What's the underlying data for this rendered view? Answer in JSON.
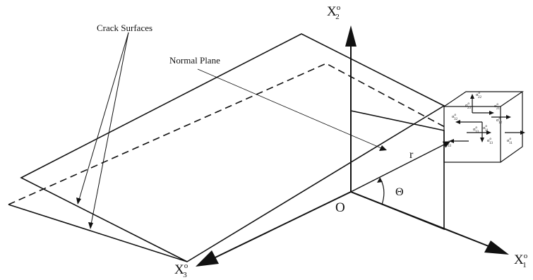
{
  "labels": {
    "crack_surfaces": "Crack Surfaces",
    "normal_plane": "Normal Plane",
    "origin": "O",
    "theta": "Θ",
    "r": "r",
    "x1": {
      "main": "X",
      "sup": "o",
      "sub": "1"
    },
    "x2": {
      "main": "X",
      "sup": "o",
      "sub": "2"
    },
    "x3": {
      "main": "X",
      "sup": "o",
      "sub": "3"
    }
  },
  "stress_labels": [
    {
      "main": "σ",
      "sup": "o",
      "sub": "22"
    },
    {
      "main": "σ",
      "sup": "o",
      "sub": "23"
    },
    {
      "main": "σ",
      "sup": "o",
      "sub": "21"
    },
    {
      "main": "σ",
      "sup": "o",
      "sub": "32"
    },
    {
      "main": "σ",
      "sup": "o",
      "sub": "12"
    },
    {
      "main": "σ",
      "sup": "o",
      "sub": "33"
    },
    {
      "main": "σ",
      "sup": "o",
      "sub": "31"
    },
    {
      "main": "σ",
      "sup": "o",
      "sub": "13"
    },
    {
      "main": "σ",
      "sup": "o",
      "sub": "11"
    },
    {
      "main": "σ",
      "sup": "o",
      "sub": "33"
    }
  ],
  "colors": {
    "stroke": "#111111",
    "background": "#ffffff"
  }
}
